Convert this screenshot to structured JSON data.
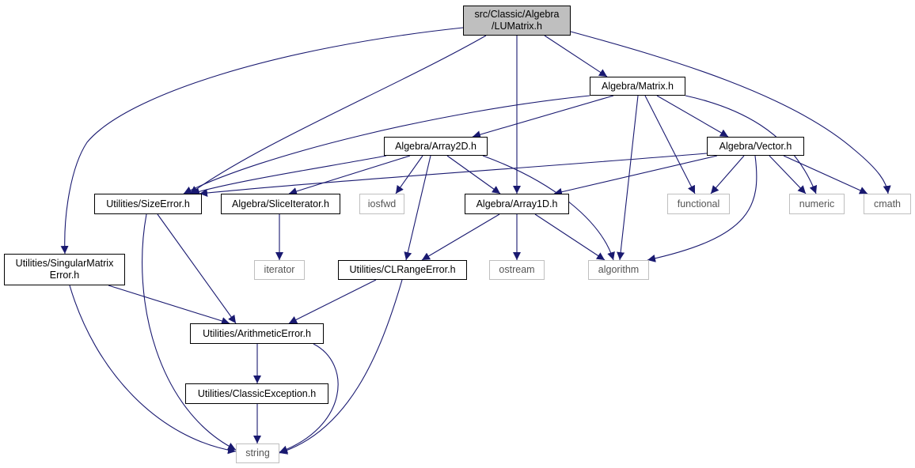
{
  "graph": {
    "edge_color": "#191970",
    "root_fill": "#bfbfbf",
    "external_border": "#bfbfbf",
    "nodes": {
      "lumatrix": [
        "src/Classic/Algebra",
        "/LUMatrix.h"
      ],
      "matrix": [
        "Algebra/Matrix.h"
      ],
      "array2d": [
        "Algebra/Array2D.h"
      ],
      "vector": [
        "Algebra/Vector.h"
      ],
      "sizeerror": [
        "Utilities/SizeError.h"
      ],
      "sliceiterator": [
        "Algebra/SliceIterator.h"
      ],
      "iosfwd": [
        "iosfwd"
      ],
      "array1d": [
        "Algebra/Array1D.h"
      ],
      "functional": [
        "functional"
      ],
      "numeric": [
        "numeric"
      ],
      "cmath": [
        "cmath"
      ],
      "singularmatrixerror": [
        "Utilities/SingularMatrix",
        "Error.h"
      ],
      "iterator": [
        "iterator"
      ],
      "clrangeerror": [
        "Utilities/CLRangeError.h"
      ],
      "ostream": [
        "ostream"
      ],
      "algorithm": [
        "algorithm"
      ],
      "arithmeticerror": [
        "Utilities/ArithmeticError.h"
      ],
      "classicexception": [
        "Utilities/ClassicException.h"
      ],
      "string": [
        "string"
      ]
    },
    "edges": [
      [
        "lumatrix",
        "matrix"
      ],
      [
        "lumatrix",
        "sizeerror"
      ],
      [
        "lumatrix",
        "array1d"
      ],
      [
        "lumatrix",
        "singularmatrixerror"
      ],
      [
        "lumatrix",
        "cmath"
      ],
      [
        "matrix",
        "array2d"
      ],
      [
        "matrix",
        "vector"
      ],
      [
        "matrix",
        "sizeerror"
      ],
      [
        "matrix",
        "functional"
      ],
      [
        "matrix",
        "numeric"
      ],
      [
        "matrix",
        "algorithm"
      ],
      [
        "array2d",
        "sizeerror"
      ],
      [
        "array2d",
        "sliceiterator"
      ],
      [
        "array2d",
        "iosfwd"
      ],
      [
        "array2d",
        "array1d"
      ],
      [
        "array2d",
        "clrangeerror"
      ],
      [
        "array2d",
        "algorithm"
      ],
      [
        "vector",
        "sizeerror"
      ],
      [
        "vector",
        "array1d"
      ],
      [
        "vector",
        "functional"
      ],
      [
        "vector",
        "numeric"
      ],
      [
        "vector",
        "cmath"
      ],
      [
        "vector",
        "algorithm"
      ],
      [
        "sizeerror",
        "arithmeticerror"
      ],
      [
        "sizeerror",
        "string"
      ],
      [
        "sliceiterator",
        "iterator"
      ],
      [
        "array1d",
        "clrangeerror"
      ],
      [
        "array1d",
        "ostream"
      ],
      [
        "array1d",
        "algorithm"
      ],
      [
        "singularmatrixerror",
        "arithmeticerror"
      ],
      [
        "singularmatrixerror",
        "string"
      ],
      [
        "clrangeerror",
        "arithmeticerror"
      ],
      [
        "clrangeerror",
        "string"
      ],
      [
        "arithmeticerror",
        "classicexception"
      ],
      [
        "arithmeticerror",
        "string"
      ],
      [
        "classicexception",
        "string"
      ]
    ]
  }
}
